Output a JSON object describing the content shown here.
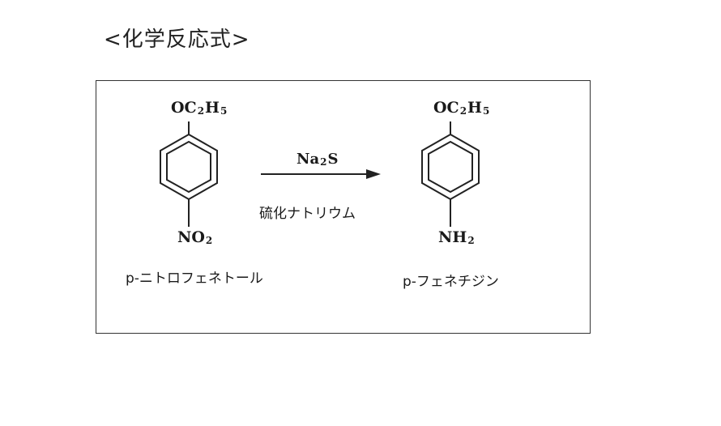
{
  "heading": "<化学反応式>",
  "reactant": {
    "substituent_top": {
      "main": "OC",
      "sub1": "2",
      "main2": "H",
      "sub2": "5"
    },
    "substituent_bottom": {
      "main": "NO",
      "sub1": "2"
    },
    "name": "p-ニトロフェネトール"
  },
  "reagent": {
    "formula": {
      "main": "Na",
      "sub1": "2",
      "main2": "S"
    },
    "name": "硫化ナトリウム"
  },
  "product": {
    "substituent_top": {
      "main": "OC",
      "sub1": "2",
      "main2": "H",
      "sub2": "5"
    },
    "substituent_bottom": {
      "main": "NH",
      "sub1": "2"
    },
    "name": "p-フェネチジン"
  }
}
